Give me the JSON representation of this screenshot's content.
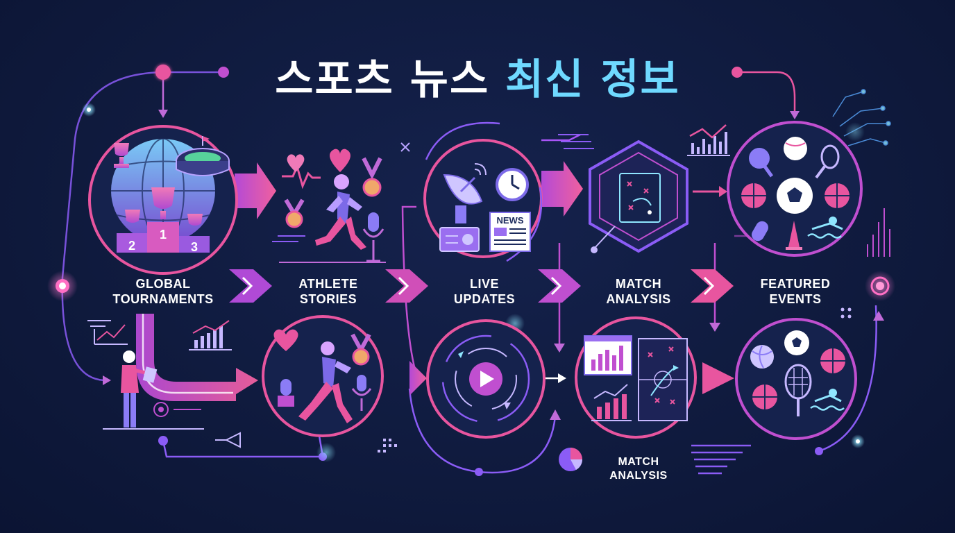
{
  "title": {
    "part1": "스포츠 뉴스",
    "part2": "최신 정보"
  },
  "stages": [
    {
      "line1": "GLOBAL",
      "line2": "TOURNAMENTS"
    },
    {
      "line1": "ATHLETE",
      "line2": "STORIES"
    },
    {
      "line1": "LIVE",
      "line2": "UPDATES"
    },
    {
      "line1": "MATCH",
      "line2": "ANALYSIS"
    },
    {
      "line1": "FEATURED",
      "line2": "EVENTS"
    }
  ],
  "bottom_label": {
    "line1": "MATCH",
    "line2": "ANALYSIS"
  },
  "podium": [
    "2",
    "1",
    "3"
  ],
  "news_sign": "NEWS",
  "colors": {
    "background": "#0f1a3d",
    "pink": "#e8559f",
    "magenta": "#c04fd0",
    "purple": "#8b5cf6",
    "cyan": "#6fd9ff",
    "white": "#ffffff"
  },
  "icons": [
    "globe-icon",
    "trophy-icon",
    "stadium-icon",
    "podium-icon",
    "heart-icon",
    "runner-icon",
    "medal-icon",
    "microphone-icon",
    "satellite-dish-icon",
    "clock-icon",
    "newspaper-icon",
    "radio-icon",
    "tactics-board-icon",
    "soccer-ball-icon",
    "basketball-icon",
    "tennis-racket-icon",
    "swimmer-icon",
    "play-button-icon",
    "bar-chart-icon",
    "pie-chart-icon",
    "presenter-icon",
    "whistle-icon"
  ]
}
